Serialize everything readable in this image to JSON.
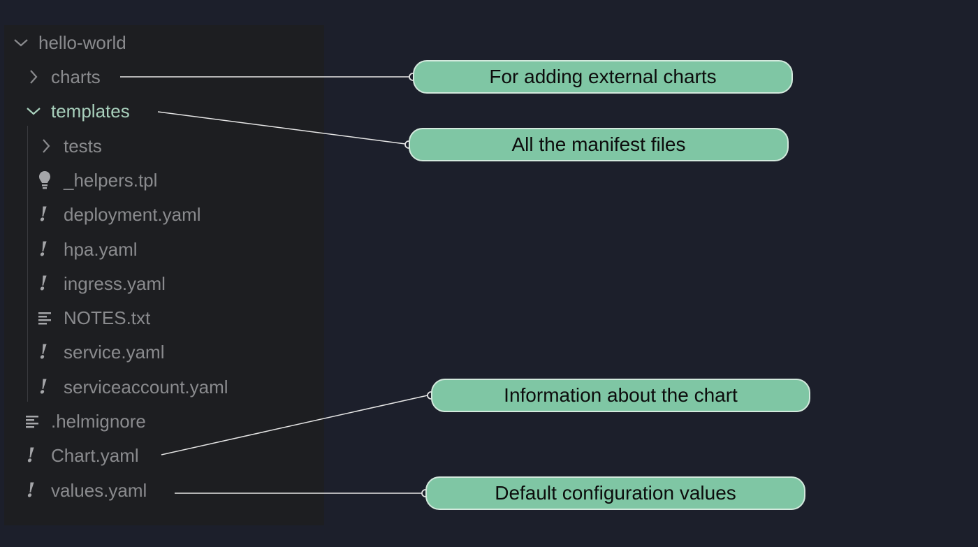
{
  "explorer": {
    "root": {
      "label": "hello-world",
      "icon": "chevron-down-icon"
    },
    "items": [
      {
        "label": "charts",
        "icon": "chevron-right-icon"
      },
      {
        "label": "templates",
        "icon": "chevron-down-icon"
      },
      {
        "label": "tests",
        "icon": "chevron-right-icon"
      },
      {
        "label": "_helpers.tpl",
        "icon": "lightbulb-icon"
      },
      {
        "label": "deployment.yaml",
        "icon": "yaml-exclamation-icon"
      },
      {
        "label": "hpa.yaml",
        "icon": "yaml-exclamation-icon"
      },
      {
        "label": "ingress.yaml",
        "icon": "yaml-exclamation-icon"
      },
      {
        "label": "NOTES.txt",
        "icon": "text-lines-icon"
      },
      {
        "label": "service.yaml",
        "icon": "yaml-exclamation-icon"
      },
      {
        "label": "serviceaccount.yaml",
        "icon": "yaml-exclamation-icon"
      },
      {
        "label": ".helmignore",
        "icon": "text-lines-icon"
      },
      {
        "label": "Chart.yaml",
        "icon": "yaml-exclamation-icon"
      },
      {
        "label": "values.yaml",
        "icon": "yaml-exclamation-icon"
      }
    ]
  },
  "callouts": [
    {
      "text": "For adding external charts",
      "target": "charts"
    },
    {
      "text": "All the manifest files",
      "target": "templates"
    },
    {
      "text": "Information about the chart",
      "target": "Chart.yaml"
    },
    {
      "text": "Default configuration values",
      "target": "values.yaml"
    }
  ],
  "colors": {
    "background": "#1c1f2b",
    "panel": "#1d1e21",
    "callout_fill": "#7fc6a4",
    "callout_border": "#d3e9dd",
    "active_folder": "#a9d1bd",
    "text_muted": "#8a8b8e"
  }
}
